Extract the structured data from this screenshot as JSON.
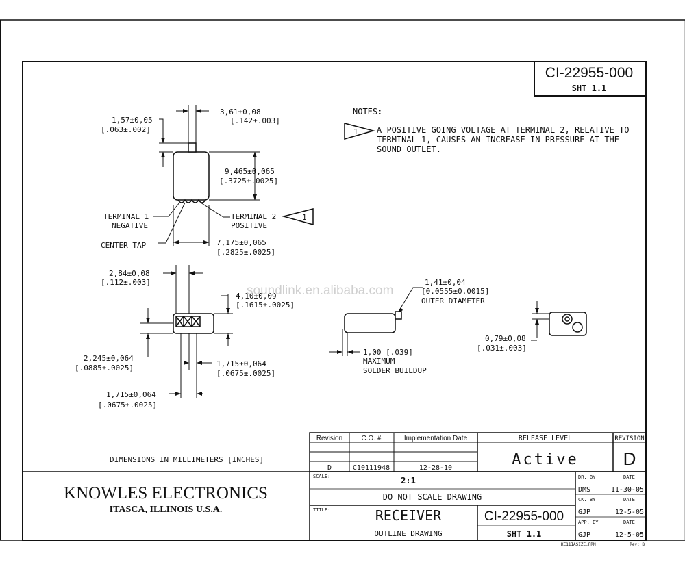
{
  "drawing_number": "CI-22955-000",
  "sheet": "SHT 1.1",
  "notes": {
    "heading": "NOTES:",
    "flag_number": "1",
    "lines": [
      "A POSITIVE GOING VOLTAGE AT TERMINAL 2, RELATIVE TO",
      "TERMINAL 1, CAUSES AN INCREASE IN PRESSURE AT THE",
      "SOUND OUTLET."
    ]
  },
  "dimensions": {
    "d_361": {
      "mm": "3,61±0,08",
      "in": "[.142±.003]"
    },
    "d_157": {
      "mm": "1,57±0,05",
      "in": "[.063±.002]"
    },
    "d_9465": {
      "mm": "9,465±0,065",
      "in": "[.3725±.0025]"
    },
    "d_7175": {
      "mm": "7,175±0,065",
      "in": "[.2825±.0025]"
    },
    "d_284": {
      "mm": "2,84±0,08",
      "in": "[.112±.003]"
    },
    "d_410": {
      "mm": "4,10±0,09",
      "in": "[.1615±.0025]"
    },
    "d_2245": {
      "mm": "2,245±0,064",
      "in": "[.0885±.0025]"
    },
    "d_1715a": {
      "mm": "1,715±0,064",
      "in": "[.0675±.0025]"
    },
    "d_1715b": {
      "mm": "1,715±0,064",
      "in": "[.0675±.0025]"
    },
    "d_141": {
      "mm": "1,41±0,04",
      "in": "[0.0555±0.0015]",
      "note": "OUTER DIAMETER"
    },
    "d_100": {
      "mm": "1,00 [.039]",
      "note1": "MAXIMUM",
      "note2": "SOLDER BUILDUP"
    },
    "d_079": {
      "mm": "0,79±0,08",
      "in": "[.031±.003]"
    }
  },
  "labels": {
    "terminal1_a": "TERMINAL 1",
    "terminal1_b": "NEGATIVE",
    "terminal2_a": "TERMINAL 2",
    "terminal2_b": "POSITIVE",
    "terminal2_flag": "1",
    "center_tap": "CENTER TAP",
    "units_note": "DIMENSIONS IN MILLIMETERS [INCHES]"
  },
  "watermark": "soundlink.en.alibaba.com",
  "revision_table": {
    "headers": [
      "Revision",
      "C.O. #",
      "Implementation Date"
    ],
    "row": {
      "revision": "D",
      "co": "C10111948",
      "date": "12-28-10"
    },
    "release_level_label": "RELEASE LEVEL",
    "release_level": "Active",
    "revision_label": "REVISION",
    "revision_letter": "D"
  },
  "title_block": {
    "company": "KNOWLES ELECTRONICS",
    "location": "ITASCA, ILLINOIS U.S.A.",
    "scale_label": "SCALE:",
    "scale": "2:1",
    "no_scale": "DO NOT SCALE DRAWING",
    "title_label": "TITLE:",
    "title": "RECEIVER",
    "subtitle": "OUTLINE DRAWING",
    "dr_by_label": "DR. BY",
    "dr_by": "DMS",
    "dr_date": "11-30-05",
    "ck_by_label": "CK. BY",
    "ck_by": "GJP",
    "ck_date": "12-5-05",
    "app_by_label": "APP. BY",
    "app_by": "GJP",
    "app_date": "12-5-05",
    "date_label": "DATE",
    "frame_file": "KE11IASIZE.FRM",
    "frame_rev": "Rev: B"
  }
}
